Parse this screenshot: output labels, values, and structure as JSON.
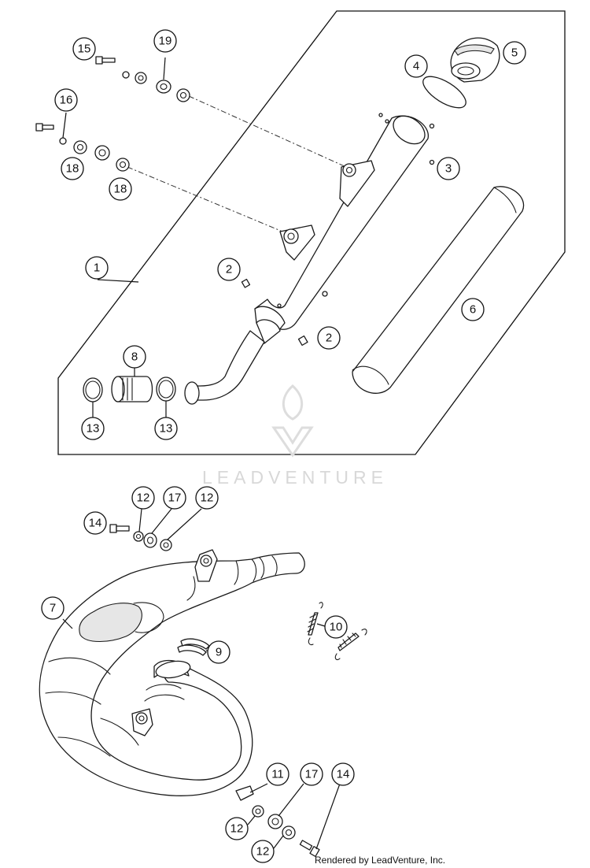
{
  "callouts": [
    {
      "id": "c15",
      "label": "15"
    },
    {
      "id": "c19",
      "label": "19"
    },
    {
      "id": "c16",
      "label": "16"
    },
    {
      "id": "c18a",
      "label": "18"
    },
    {
      "id": "c18b",
      "label": "18"
    },
    {
      "id": "c4",
      "label": "4"
    },
    {
      "id": "c5",
      "label": "5"
    },
    {
      "id": "c3",
      "label": "3"
    },
    {
      "id": "c1",
      "label": "1"
    },
    {
      "id": "c2a",
      "label": "2"
    },
    {
      "id": "c2b",
      "label": "2"
    },
    {
      "id": "c6",
      "label": "6"
    },
    {
      "id": "c8",
      "label": "8"
    },
    {
      "id": "c13a",
      "label": "13"
    },
    {
      "id": "c13b",
      "label": "13"
    },
    {
      "id": "c12a",
      "label": "12"
    },
    {
      "id": "c17a",
      "label": "17"
    },
    {
      "id": "c12b",
      "label": "12"
    },
    {
      "id": "c14a",
      "label": "14"
    },
    {
      "id": "c7",
      "label": "7"
    },
    {
      "id": "c10",
      "label": "10"
    },
    {
      "id": "c9",
      "label": "9"
    },
    {
      "id": "c11",
      "label": "11"
    },
    {
      "id": "c17b",
      "label": "17"
    },
    {
      "id": "c14b",
      "label": "14"
    },
    {
      "id": "c12c",
      "label": "12"
    },
    {
      "id": "c12d",
      "label": "12"
    }
  ],
  "watermark": {
    "text": "LEADVENTURE"
  },
  "footer": {
    "credit": "Rendered by LeadVenture, Inc."
  }
}
